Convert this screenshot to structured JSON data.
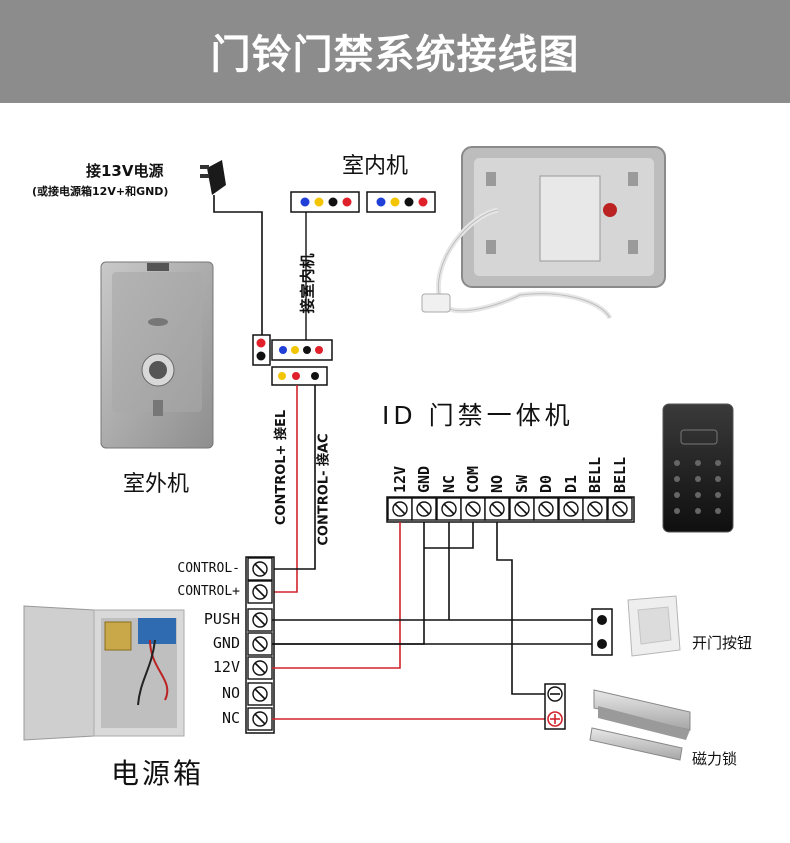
{
  "title": "门铃门禁系统接线图",
  "power_adapter": {
    "label": "接13V电源",
    "sub_label": "(或接电源箱12V+和GND)"
  },
  "indoor_unit": {
    "label": "室内机"
  },
  "outdoor_unit": {
    "label": "室外机"
  },
  "connect_indoor": "接室内机",
  "control_plus": "CONTROL+ 接EL",
  "control_minus": "CONTROL- 接AC",
  "id_unit": {
    "label": "ID 门禁一体机",
    "terminals": [
      "12V",
      "GND",
      "NC",
      "COM",
      "NO",
      "SW",
      "D0",
      "D1",
      "BELL",
      "BELL"
    ]
  },
  "power_box": {
    "label": "电源箱",
    "terminals": [
      "CONTROL-",
      "CONTROL+",
      "PUSH",
      "GND",
      "12V",
      "NO",
      "NC"
    ]
  },
  "exit_button": {
    "label": "开门按钮"
  },
  "mag_lock": {
    "label": "磁力锁",
    "minus": "−",
    "plus": "+"
  },
  "colors": {
    "banner": "#8c8c8c",
    "wire_red": "#d0242b",
    "wire_black": "#111111",
    "dot_blue": "#1f3fd6",
    "dot_yellow": "#f2c500",
    "dot_red": "#e0202a"
  }
}
